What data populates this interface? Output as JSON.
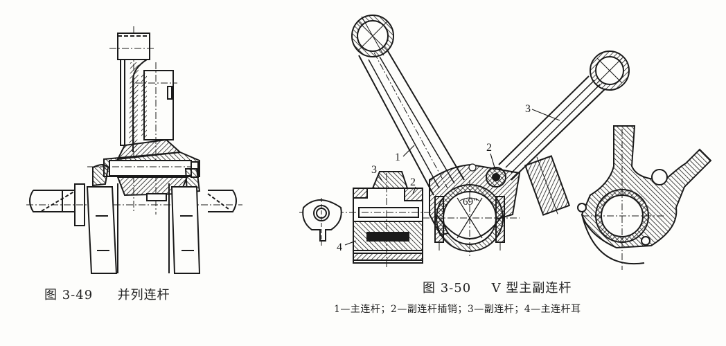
{
  "figures": [
    {
      "id": "fig-3-49",
      "number": "图 3-49",
      "title": "并列连杆"
    },
    {
      "id": "fig-3-50",
      "number": "图 3-50",
      "title": "V 型主副连杆",
      "callouts": [
        {
          "num": "1",
          "label": "主连杆"
        },
        {
          "num": "2",
          "label": "副连杆插销"
        },
        {
          "num": "3",
          "label": "副连杆"
        },
        {
          "num": "4",
          "label": "主连杆耳"
        }
      ],
      "legend_text": "1—主连杆；2—副连杆插销；3—副连杆；4—主连杆耳",
      "angle_annotation": "69°",
      "diagram_labels": {
        "l1": "1",
        "l2a": "2",
        "l2b": "2",
        "l3a": "3",
        "l3b": "3",
        "l4": "4",
        "angle": "69\""
      }
    }
  ],
  "colors": {
    "background": "#fdfdfb",
    "ink": "#1a1a1a"
  }
}
